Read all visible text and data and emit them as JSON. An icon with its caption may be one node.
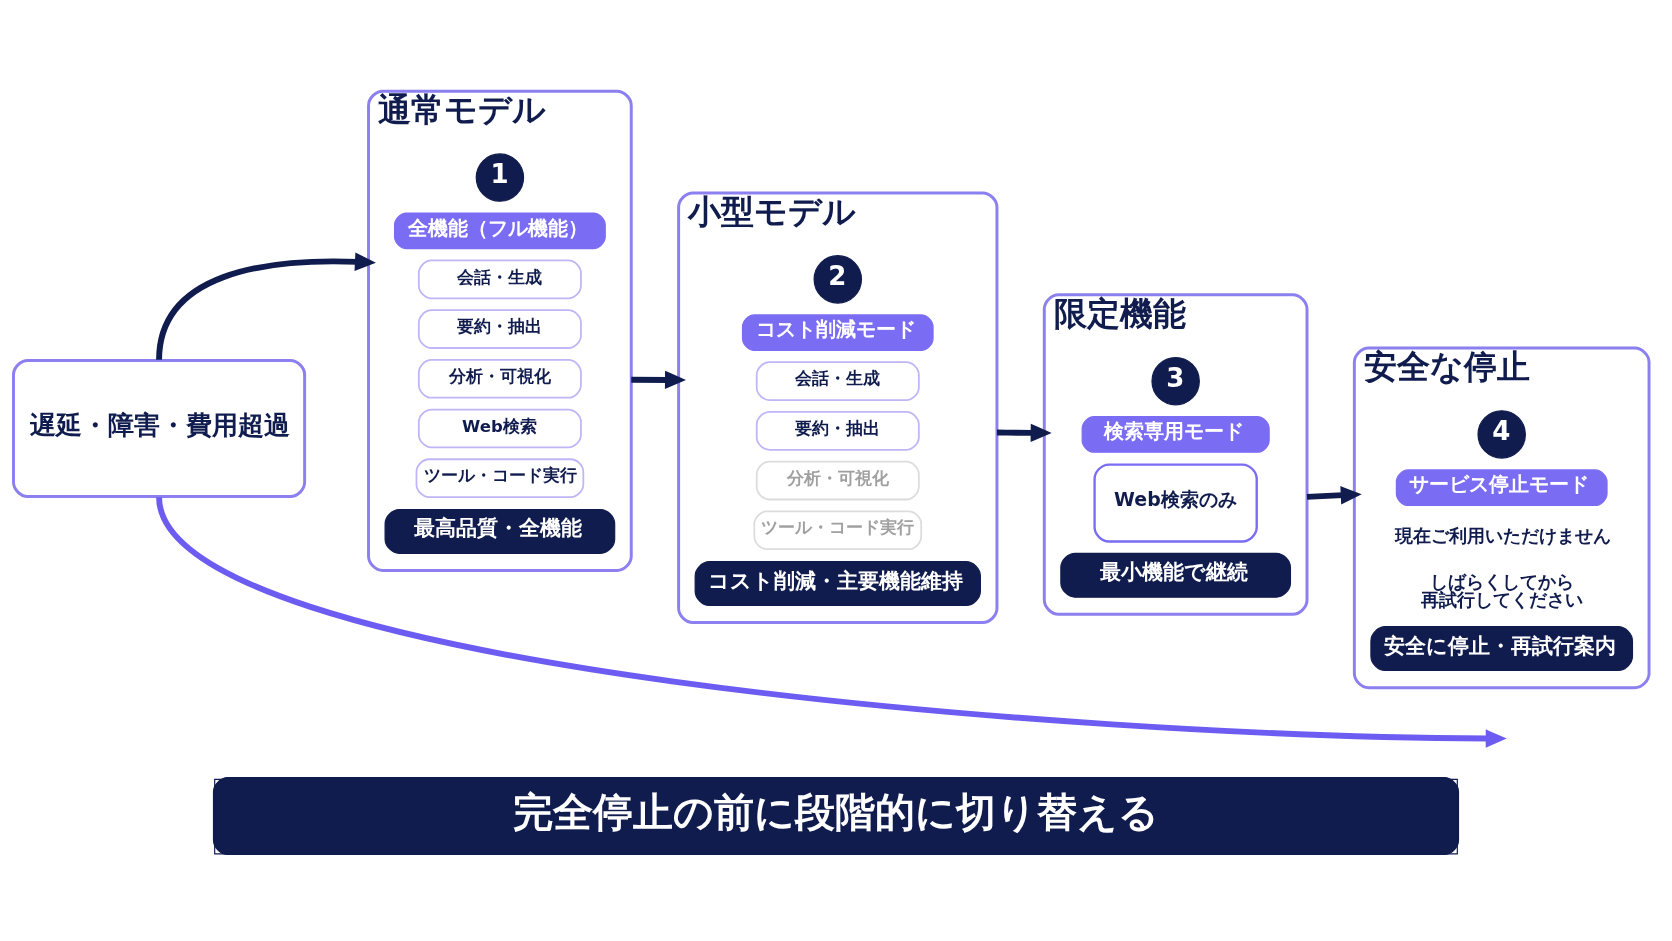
{
  "diagram": {
    "caption": "完全停止の前に段階的に切り替える",
    "nodes": [
      {
        "text": [
          "遅延・障害・費用超過"
        ]
      },
      {
        "text": [
          "通常モデル"
        ]
      },
      {
        "text": [
          "1"
        ],
        "in": 1
      },
      {
        "text": [
          "全機能（フル機能）"
        ],
        "in": 1
      },
      {
        "text": [
          "会話・生成"
        ],
        "in": 1
      },
      {
        "text": [
          "要約・抽出"
        ],
        "in": 1
      },
      {
        "text": [
          "分析・可視化"
        ],
        "in": 1
      },
      {
        "text": [
          "Web検索"
        ],
        "in": 1
      },
      {
        "text": [
          "ツール・コード実行"
        ],
        "in": 1
      },
      {
        "text": [
          "最高品質・全機能"
        ],
        "in": 1
      },
      {
        "text": [
          "小型モデル"
        ]
      },
      {
        "text": [
          "2"
        ],
        "in": 10
      },
      {
        "text": [
          "コスト削減モード"
        ],
        "in": 10
      },
      {
        "text": [
          "会話・生成"
        ],
        "in": 10
      },
      {
        "text": [
          "要約・抽出"
        ],
        "in": 10
      },
      {
        "text": [
          "分析・可視化"
        ],
        "in": 10
      },
      {
        "text": [
          "ツール・コード実行"
        ],
        "in": 10
      },
      {
        "text": [
          "コスト削減・主要機能維持"
        ],
        "in": 10
      },
      {
        "text": [
          "限定機能"
        ]
      },
      {
        "text": [
          "3"
        ],
        "in": 18
      },
      {
        "text": [
          "検索専用モード"
        ],
        "in": 18
      },
      {
        "text": [
          "Web検索のみ"
        ],
        "in": 18
      },
      {
        "text": [
          "最小機能で継続"
        ],
        "in": 18
      },
      {
        "text": [
          "安全な停止",
          "現在ご利用いただけません",
          "しばらくしてから再試行してください"
        ]
      },
      {
        "text": [
          "4"
        ],
        "in": 23
      },
      {
        "text": [
          "サービス停止モード"
        ],
        "in": 23
      },
      {
        "text": [
          "安全に停止・再試行案内"
        ],
        "in": 23
      }
    ],
    "edges": [
      {
        "from": 0,
        "to": 1,
        "arrow": "to"
      },
      {
        "from": 1,
        "to": 10,
        "arrow": "to"
      },
      {
        "from": 10,
        "to": 18,
        "arrow": "to"
      },
      {
        "from": 18,
        "to": 23,
        "arrow": "to"
      },
      {
        "from": 0,
        "to": null,
        "arrow": "to",
        "color": "#6c5cf2"
      }
    ]
  }
}
